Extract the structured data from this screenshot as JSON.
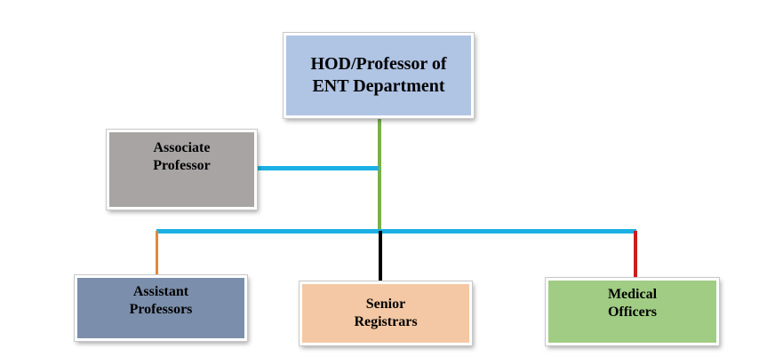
{
  "diagram": {
    "nodes": {
      "hod": {
        "label": "HOD/Professor of\nENT Department",
        "fill": "#b0c4e4"
      },
      "associate": {
        "label": "Associate\nProfessor",
        "fill": "#a8a4a4"
      },
      "assistant": {
        "label": "Assistant\nProfessors",
        "fill": "#7b8eab"
      },
      "senior": {
        "label": "Senior\nRegistrars",
        "fill": "#f4c8a4"
      },
      "medical": {
        "label": "Medical\nOfficers",
        "fill": "#a0cc84"
      }
    },
    "edges": [
      {
        "from": "hod",
        "to": "branch",
        "color": "#7cb04c"
      },
      {
        "from": "associate",
        "to": "trunk",
        "color": "#1cb0e4"
      },
      {
        "from": "branch",
        "to": "assistant",
        "color": "#e4883c"
      },
      {
        "from": "branch",
        "to": "senior",
        "color": "#000000"
      },
      {
        "from": "branch",
        "to": "medical",
        "color": "#cc1c1c"
      },
      {
        "from": "assistant",
        "to": "medical",
        "color": "#1cb0e4"
      }
    ]
  }
}
